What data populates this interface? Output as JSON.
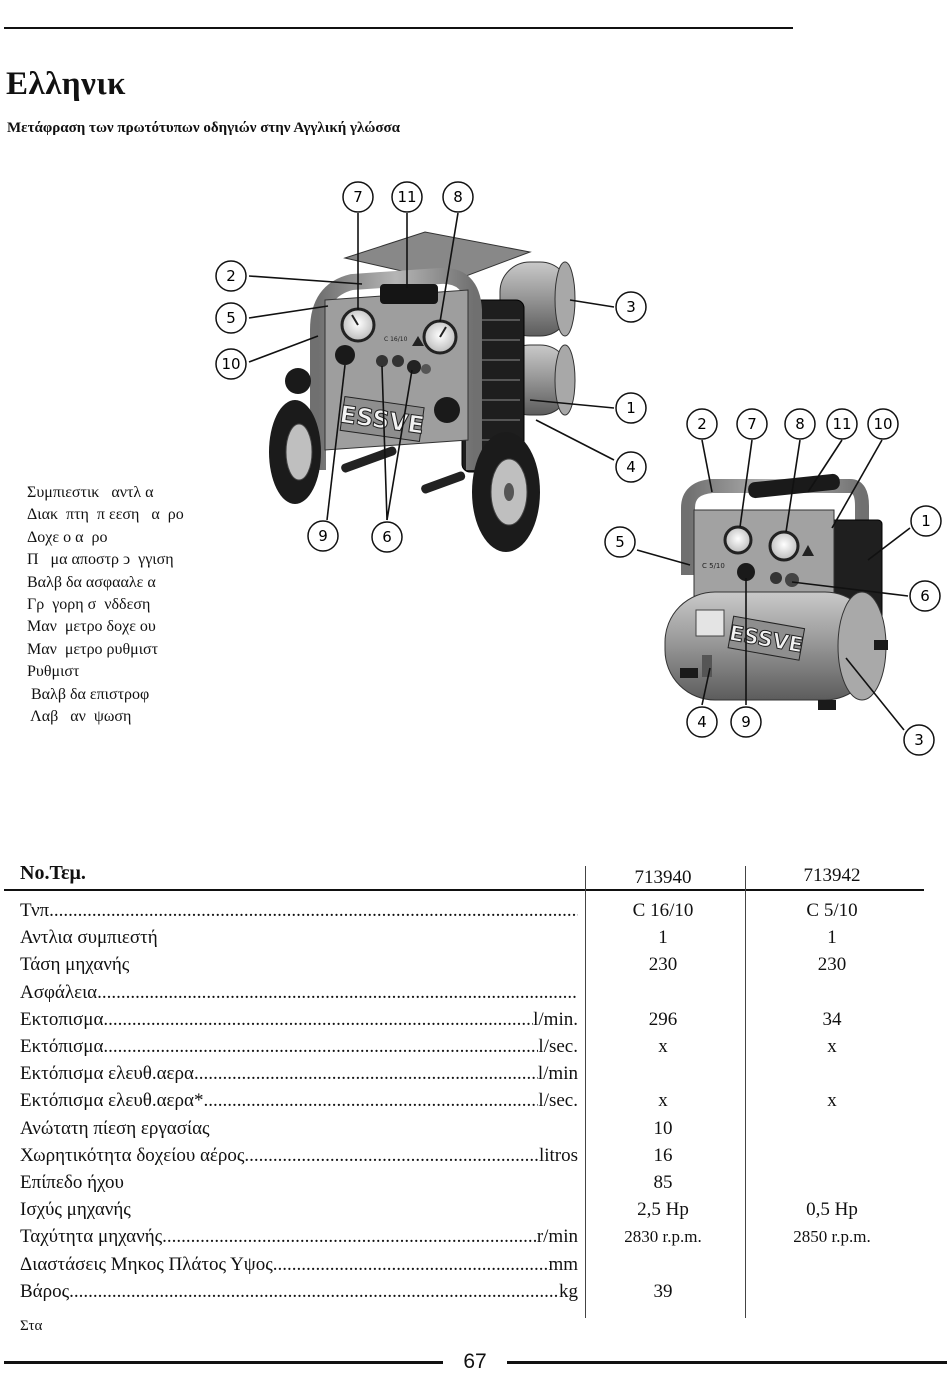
{
  "header": {
    "title": "Ελληνικ",
    "subtitle": "Μετάφραση των πρωτότυπων οδηγιών στην Αγγλική γλώσσα"
  },
  "figure": {
    "callouts_left_machine": [
      "7",
      "11",
      "8",
      "2",
      "3",
      "5",
      "10",
      "1",
      "4",
      "9",
      "6"
    ],
    "callouts_right_machine": [
      "2",
      "7",
      "8",
      "11",
      "10",
      "1",
      "5",
      "6",
      "4",
      "9",
      "3"
    ],
    "brand_text": "ESSVE",
    "model_label_left": "C 16/10",
    "model_label_right": "C 5/10"
  },
  "parts_list": [
    "Συμπιεστικ   αντλ α",
    "Διακ  πτη  π εεση   α  ρο",
    "Δοχε ο α  ρο",
    "Π   μα αποστρ ͻ  γγιση",
    "Βαλβ δα ασφααλε α",
    "Γρ  γορη σ  νδδεση",
    "Μαν  μετρο δοχε ου",
    "Μαν  μετρο ρυθμιστ",
    "Ρυθμιστ",
    " Βαλβ δα επιστροφ",
    " Λαβ   αν  ψωση"
  ],
  "specs": {
    "header_label": "No.Τεμ.",
    "columns": [
      "713940",
      "713942"
    ],
    "rows": [
      {
        "label": "Τνπ",
        "unit": "",
        "v1": "C 16/10",
        "v2": "C 5/10"
      },
      {
        "label": "Αντλια συμπιεστή",
        "unit": "",
        "v1": "1",
        "v2": "1"
      },
      {
        "label": "Τάση μηχανής",
        "unit": "",
        "v1": "230",
        "v2": "230"
      },
      {
        "label": "Ασφάλεια",
        "unit": "",
        "v1": "",
        "v2": ""
      },
      {
        "label": "Εκτοπισμα",
        "unit": "l/min.",
        "v1": "296",
        "v2": "34"
      },
      {
        "label": "Εκτόπισμα",
        "unit": "l/sec.",
        "v1": "x",
        "v2": "x"
      },
      {
        "label": "Εκτόπισμα ελευθ.αερα ",
        "unit": "l/min",
        "v1": "",
        "v2": ""
      },
      {
        "label": "Εκτόπισμα ελευθ.αερα*",
        "unit": "l/sec.",
        "v1": "x",
        "v2": "x"
      },
      {
        "label": "Ανώτατη πίεση εργασίας",
        "unit": "",
        "v1": "10",
        "v2": ""
      },
      {
        "label": "Χωρητικότητα δοχείου αέρος",
        "unit": "litros",
        "v1": "16",
        "v2": ""
      },
      {
        "label": "Επίπεδο ήχου",
        "unit": "",
        "v1": "85",
        "v2": ""
      },
      {
        "label": "Ισχύς μηχανής",
        "unit": "",
        "v1": "2,5 Hp",
        "v2": "0,5 Hp"
      },
      {
        "label": "Ταχύτητα μηχανής",
        "unit": "r/min",
        "v1": "2830 r.p.m.",
        "v2": "2850 r.p.m."
      },
      {
        "label": "Διαστάσεις Μηκος Πλάτος Υψος",
        "unit": "mm",
        "v1": "",
        "v2": ""
      },
      {
        "label": "Βάρος",
        "unit": "kg",
        "v1": "39",
        "v2": ""
      }
    ]
  },
  "footer": {
    "note": "Στα",
    "page_number": "67"
  }
}
